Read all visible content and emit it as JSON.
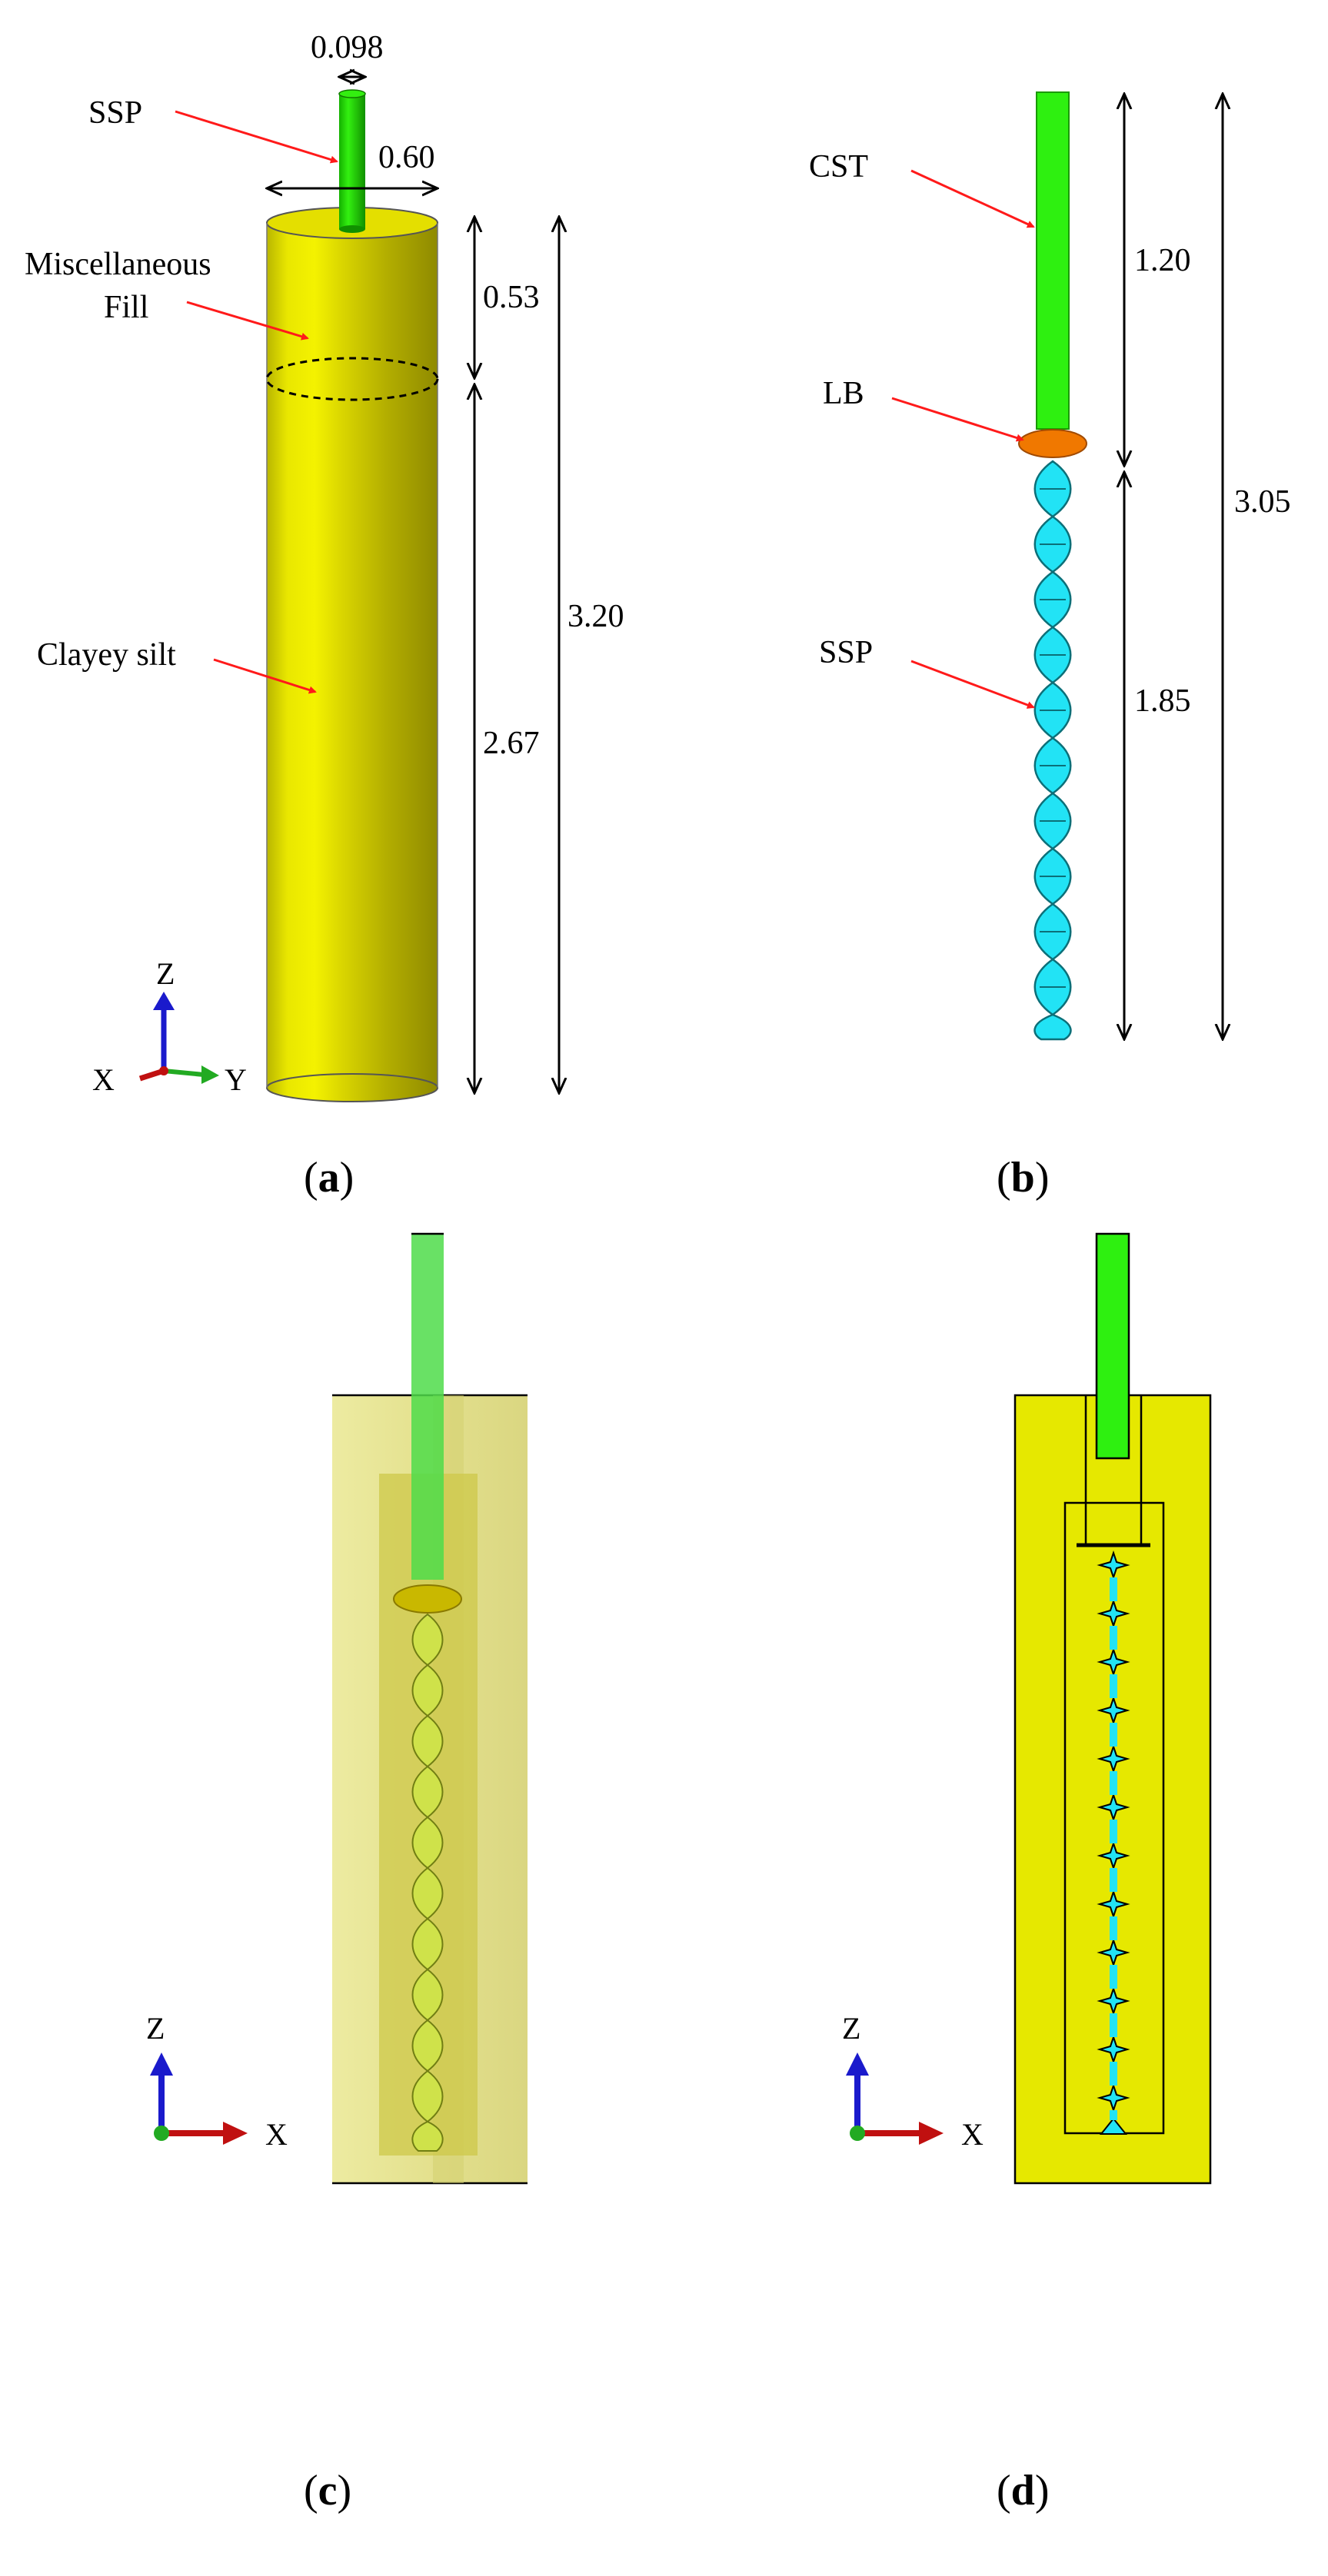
{
  "panel_a": {
    "caption_open": "(",
    "caption_letter": "a",
    "caption_close": ")",
    "label_ssp": "SSP",
    "label_fill_line1": "Miscellaneous",
    "label_fill_line2": "Fill",
    "label_clayey": "Clayey silt",
    "dim_pile_diameter": "0.098",
    "dim_soil_diameter": "0.60",
    "dim_fill_depth": "0.53",
    "dim_clay_depth": "2.67",
    "dim_total_depth": "3.20",
    "axis_z": "Z",
    "axis_x": "X",
    "axis_y": "Y"
  },
  "panel_b": {
    "caption_open": "(",
    "caption_letter": "b",
    "caption_close": ")",
    "label_cst": "CST",
    "label_lb": "LB",
    "label_ssp": "SSP",
    "dim_cst_length": "1.20",
    "dim_ssp_length": "1.85",
    "dim_total_length": "3.05"
  },
  "panel_c": {
    "caption_open": "(",
    "caption_letter": "c",
    "caption_close": ")",
    "axis_z": "Z",
    "axis_x": "X"
  },
  "panel_d": {
    "caption_open": "(",
    "caption_letter": "d",
    "caption_close": ")",
    "axis_z": "Z",
    "axis_x": "X"
  },
  "colors": {
    "soil_yellow": "#d9d800",
    "pile_green": "#22ee00",
    "ssp_cyan": "#22e3f5",
    "lb_orange": "#f07800",
    "arrow_red": "#ff1a1a",
    "axis_blue": "#1a1acc",
    "axis_red": "#c01010",
    "axis_green": "#22aa22"
  }
}
